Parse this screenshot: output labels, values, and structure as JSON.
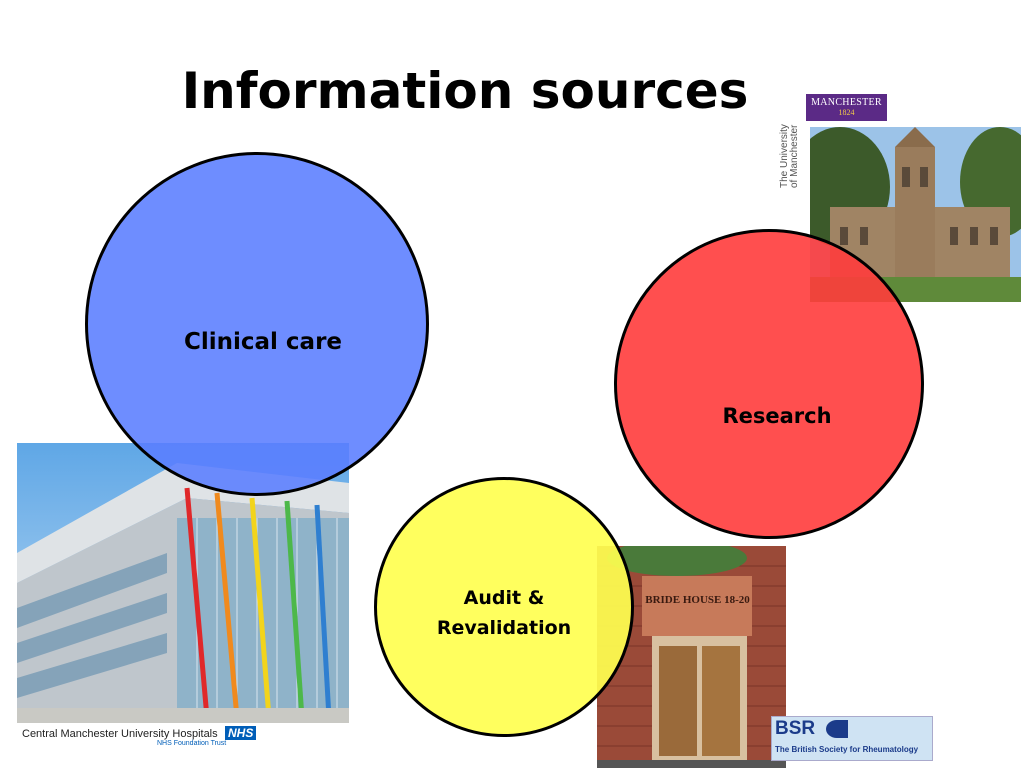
{
  "slide": {
    "title": "Information sources"
  },
  "circles": {
    "clinical": {
      "label": "Clinical care",
      "color": "#6a8cff"
    },
    "research": {
      "label": "Research",
      "color": "#ff4b4b"
    },
    "audit": {
      "label_line1": "Audit &",
      "label_line2": "Revalidation",
      "color": "#ffff55"
    }
  },
  "logos": {
    "manchester": {
      "text": "MANCHESTER",
      "year": "1824",
      "side_line1": "The University",
      "side_line2": "of Manchester",
      "color": "#5b2a86"
    },
    "cmuh": {
      "text": "Central Manchester University Hospitals",
      "badge": "NHS",
      "sub": "NHS Foundation Trust"
    },
    "bsr": {
      "text": "BSR",
      "sub": "The British Society for Rheumatology"
    }
  },
  "photos": {
    "building_sign": "BRIDE HOUSE 18-20"
  }
}
